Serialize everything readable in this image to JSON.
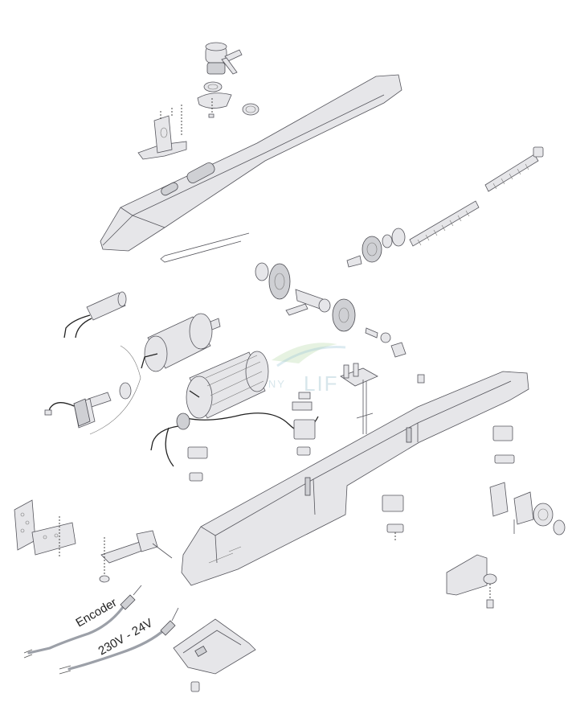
{
  "labels": {
    "encoder": "Encoder",
    "power": "230V - 24V"
  },
  "watermark": {
    "text": "FOTONY",
    "mark": "LIF"
  },
  "colors": {
    "housing": "#e6e6e9",
    "outline": "#55555c",
    "cable": "#9ca0a8",
    "wire": "#222222",
    "watermark": "#8fb8c8"
  }
}
